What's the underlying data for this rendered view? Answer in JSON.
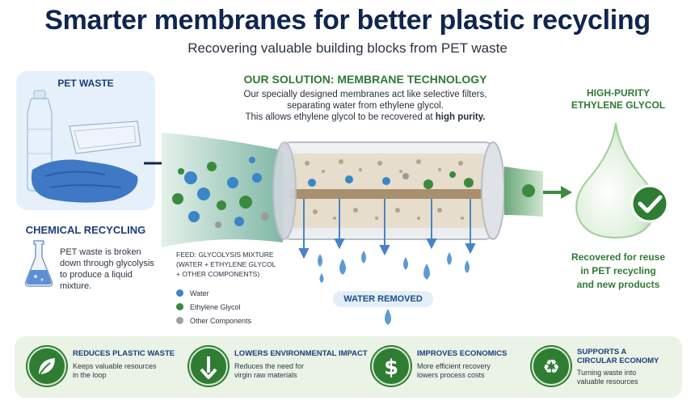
{
  "title": "Smarter membranes for better plastic recycling",
  "subtitle": "Recovering valuable building blocks from PET waste",
  "pet_waste": {
    "label": "PET WASTE"
  },
  "chemical_recycling": {
    "label": "CHEMICAL RECYCLING",
    "text": "PET waste is broken down through glycolysis to produce a liquid mixture."
  },
  "solution": {
    "title": "OUR SOLUTION: MEMBRANE TECHNOLOGY",
    "line1": "Our specially designed membranes act like selective filters,",
    "line2": "separating water from ethylene glycol.",
    "line3_pre": "This allows ethylene glycol to be recovered at ",
    "line3_bold": "high purity."
  },
  "feed": {
    "line1": "FEED: GLYCOLYSIS MIXTURE",
    "line2": "(WATER + ETHYLENE GLYCOL",
    "line3": "+ OTHER COMPONENTS)"
  },
  "legend": [
    {
      "label": "Water",
      "color": "#3a86c8"
    },
    {
      "label": "Ethylene Glycol",
      "color": "#3b8a3e"
    },
    {
      "label": "Other Components",
      "color": "#a0a0a0"
    }
  ],
  "water_removed": "WATER REMOVED",
  "high_purity": {
    "line1": "HIGH-PURITY",
    "line2": "ETHYLENE GLYCOL"
  },
  "reuse": {
    "line1": "Recovered for reuse",
    "line2": "in PET recycling",
    "line3": "and new products"
  },
  "benefits": [
    {
      "title": "REDUCES PLASTIC WASTE",
      "title2": "",
      "text1": "Keeps valuable resources",
      "text2": "in the loop",
      "icon": "leaf-icon"
    },
    {
      "title": "LOWERS ENVIRONMENTAL IMPACT",
      "title2": "",
      "text1": "Reduces the need for",
      "text2": "virgin raw materials",
      "icon": "down-arrow-icon"
    },
    {
      "title": "IMPROVES ECONOMICS",
      "title2": "",
      "text1": "More efficient recovery",
      "text2": "lowers process costs",
      "icon": "dollar-icon"
    },
    {
      "title": "SUPPORTS A",
      "title2": "CIRCULAR ECONOMY",
      "text1": "Turning waste into",
      "text2": "valuable resources",
      "icon": "recycle-icon"
    }
  ],
  "colors": {
    "navy": "#10254f",
    "green": "#2f7a36",
    "water": "#3a86c8",
    "glycol": "#3b8a3e"
  }
}
